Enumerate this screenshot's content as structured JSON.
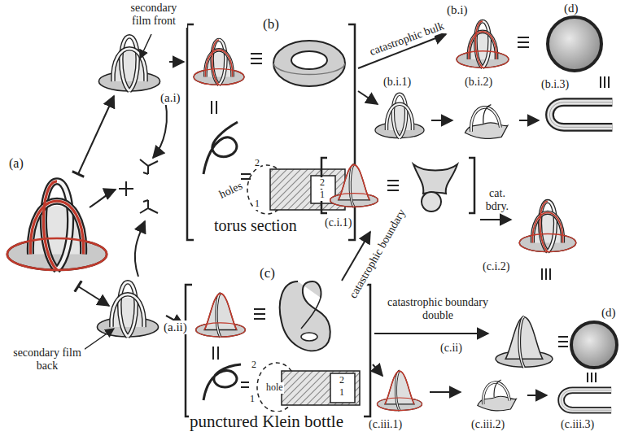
{
  "diagram": {
    "labels": [
      "secondary film front",
      "(a)",
      "(a.i)",
      "(b)",
      "holes",
      "2",
      "1",
      "2",
      "1",
      "torus section",
      "catastrophic bulk",
      "(b.i)",
      "(d)",
      "(b.i.1)",
      "(b.i.2)",
      "(b.i.3)",
      "(c.i.1)",
      "cat. bdry.",
      "(c.i.2)",
      "catastrophic boundary",
      "(c)",
      "catastrophic boundary double",
      "(d)",
      "(c.ii)",
      "(a.ii)",
      "secondary film back",
      "hole",
      "2",
      "1",
      "2",
      "1",
      "punctured Klein bottle",
      "(c.iii.1)",
      "(c.iii.2)",
      "(c.iii.3)"
    ]
  }
}
